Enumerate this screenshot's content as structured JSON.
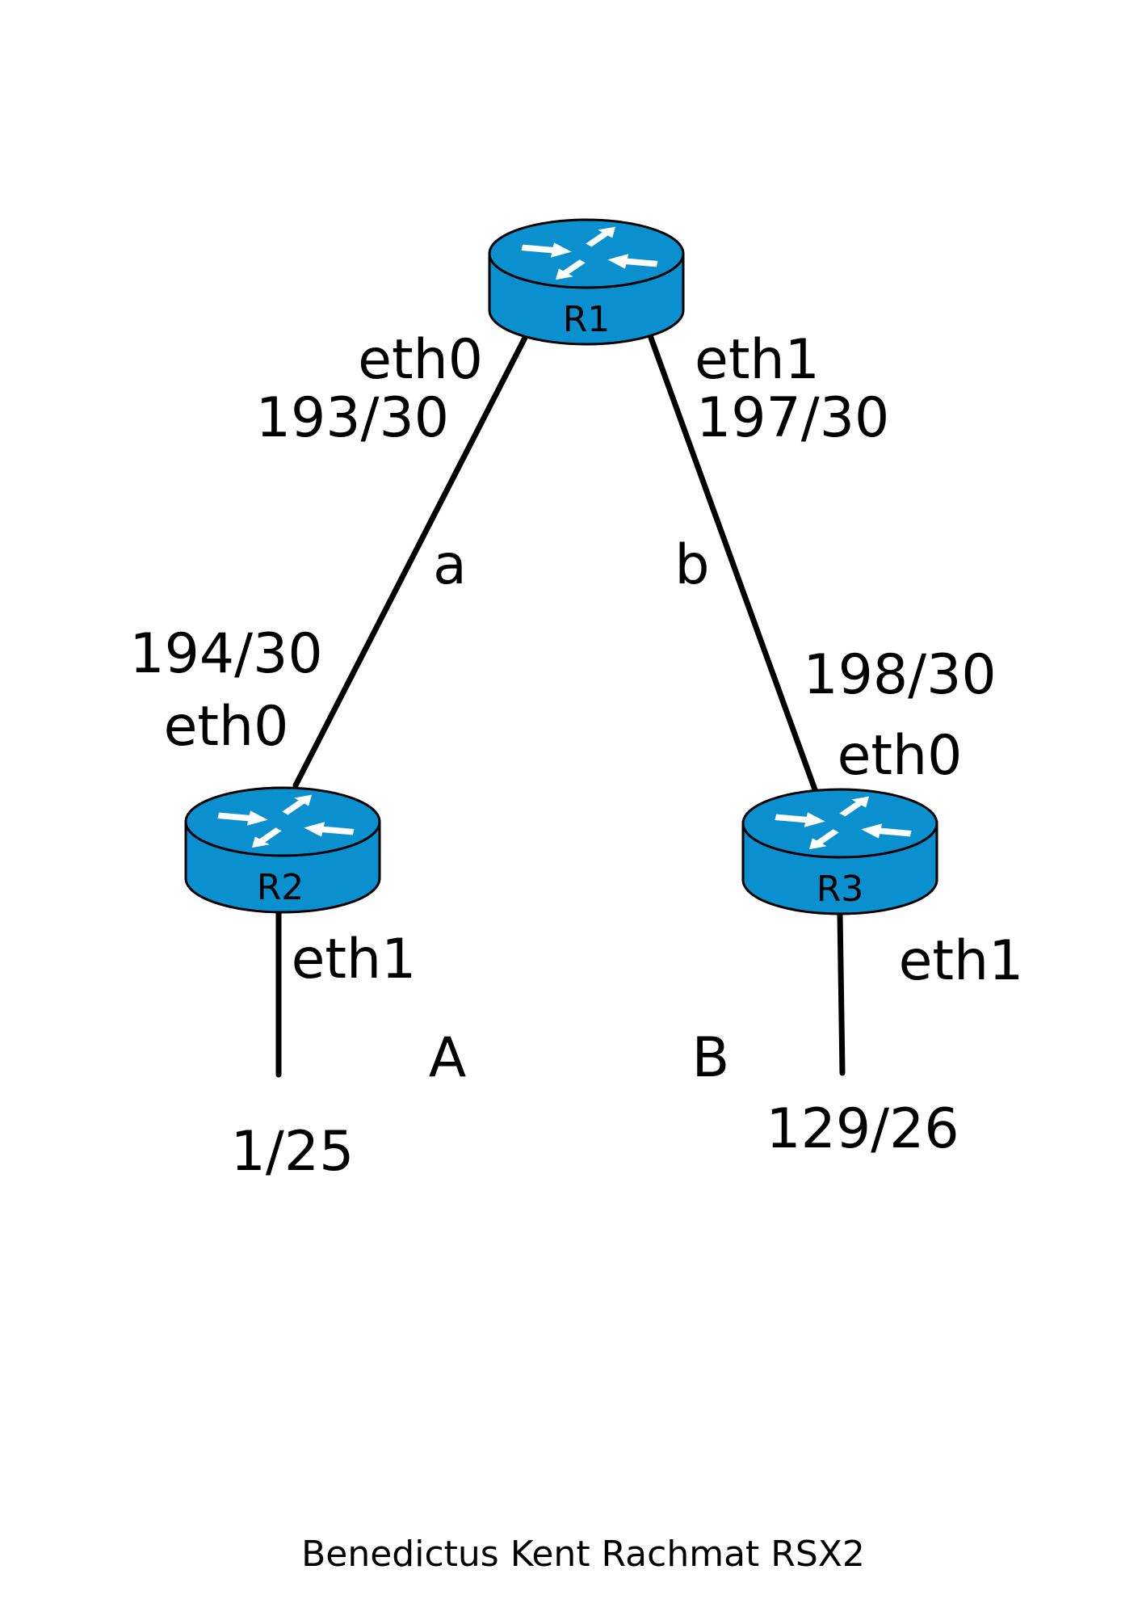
{
  "colors": {
    "router_body": "#0a8fcf",
    "router_outline": "#000000",
    "arrow": "#ffffff",
    "line": "#000000",
    "text": "#000000",
    "background": "#ffffff"
  },
  "routers": [
    {
      "id": "r1",
      "label": "R1",
      "icon": "router-icon"
    },
    {
      "id": "r2",
      "label": "R2",
      "icon": "router-icon"
    },
    {
      "id": "r3",
      "label": "R3",
      "icon": "router-icon"
    }
  ],
  "links": {
    "a": {
      "name": "a",
      "r1_interface": "eth0",
      "r1_address": "193/30",
      "r2_interface": "eth0",
      "r2_address": "194/30"
    },
    "b": {
      "name": "b",
      "r1_interface": "eth1",
      "r1_address": "197/30",
      "r3_interface": "eth0",
      "r3_address": "198/30"
    }
  },
  "lans": {
    "A": {
      "name": "A",
      "interface": "eth1",
      "address": "1/25"
    },
    "B": {
      "name": "B",
      "interface": "eth1",
      "address": "129/26"
    }
  },
  "footer": {
    "credit": "Benedictus Kent Rachmat RSX2"
  }
}
